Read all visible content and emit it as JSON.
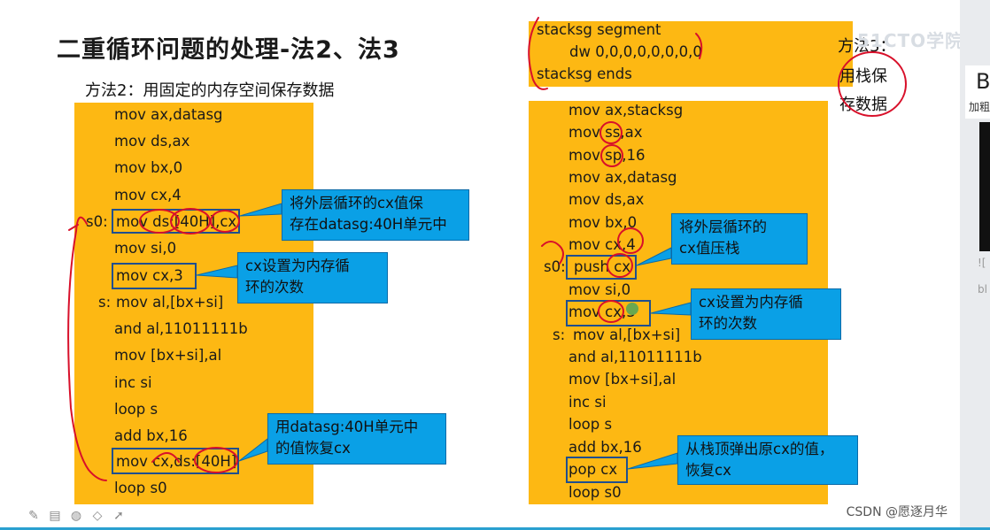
{
  "slide": {
    "title": "二重循环问题的处理-法2、法3",
    "subtitle": "方法2：用固定的内存空间保存数据",
    "left_code": [
      "mov ax,datasg",
      "mov ds,ax",
      "mov bx,0",
      "mov cx,4",
      "mov ds:[40H],cx",
      "mov si,0",
      "mov cx,3",
      "mov al,[bx+si]",
      "and al,11011111b",
      "mov [bx+si],al",
      "inc si",
      "loop s",
      "add bx,16",
      "mov cx,ds:[40H]",
      "loop s0"
    ],
    "left_labels": {
      "s0": "s0:",
      "s": "s:"
    },
    "left_callouts": [
      [
        "将外层循环的cx值保",
        "存在datasg:40H单元中"
      ],
      [
        "cx设置为内存循",
        "环的次数"
      ],
      [
        "用datasg:40H单元中",
        "的值恢复cx"
      ]
    ],
    "stack_segment": [
      "stacksg segment",
      "dw 0,0,0,0,0,0,0,0",
      "stacksg ends"
    ],
    "method3_note": [
      "方法3：",
      "用栈保",
      "存数据"
    ],
    "right_code": [
      "mov ax,stacksg",
      "mov ss,ax",
      "mov sp,16",
      "mov ax,datasg",
      "mov ds,ax",
      "mov bx,0",
      "mov cx,4",
      "push cx",
      "mov si,0",
      "mov cx,3",
      "mov al,[bx+si]",
      "and al,11011111b",
      "mov [bx+si],al",
      "inc si",
      "loop s",
      "add bx,16",
      "pop cx",
      "loop s0"
    ],
    "right_labels": {
      "s0": "s0:",
      "s": "s:"
    },
    "right_callouts": [
      [
        "将外层循环的",
        "cx值压栈"
      ],
      [
        "cx设置为内存循",
        "环的次数"
      ],
      [
        "从栈顶弹出原cx的值，",
        "恢复cx"
      ]
    ]
  },
  "logo": "51CTO学院",
  "watermark": "CSDN @愿逐月华",
  "side_panel": {
    "big_letter": "B",
    "caption": "加粗",
    "mark1": "![",
    "mark2": "bl"
  },
  "colors": {
    "code_bg": "#fdb813",
    "callout_bg": "#0aa0e6",
    "ink": "#d8102a",
    "frame": "#1f4f8f"
  },
  "toolbar_icons": [
    "pen-icon",
    "screen-icon",
    "highlighter-icon",
    "eraser-icon",
    "pointer-icon"
  ]
}
